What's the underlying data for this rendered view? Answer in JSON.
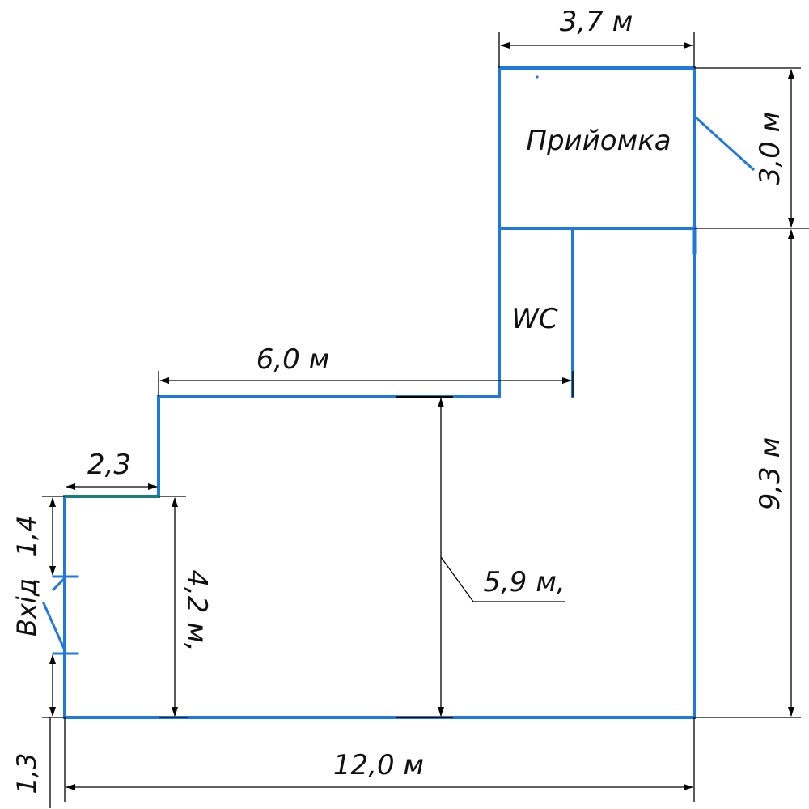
{
  "rooms": {
    "reception": "Прийомка",
    "wc": "WC"
  },
  "entrance_label": "Вхід",
  "dimensions": {
    "reception_width": "3,7 м",
    "reception_height": "3,0 м",
    "corridor_width": "6,0 м",
    "step_width": "2,3",
    "entrance_top": "1,4",
    "left_height": "4,2 м,",
    "inner_height": "5,9 м,",
    "right_height": "9,3 м",
    "total_width": "12,0 м",
    "entrance_bottom": "1,3"
  },
  "colors": {
    "wall": "#1f77e0",
    "entrance_wall": "#15807a",
    "dimension_line": "#000000"
  }
}
